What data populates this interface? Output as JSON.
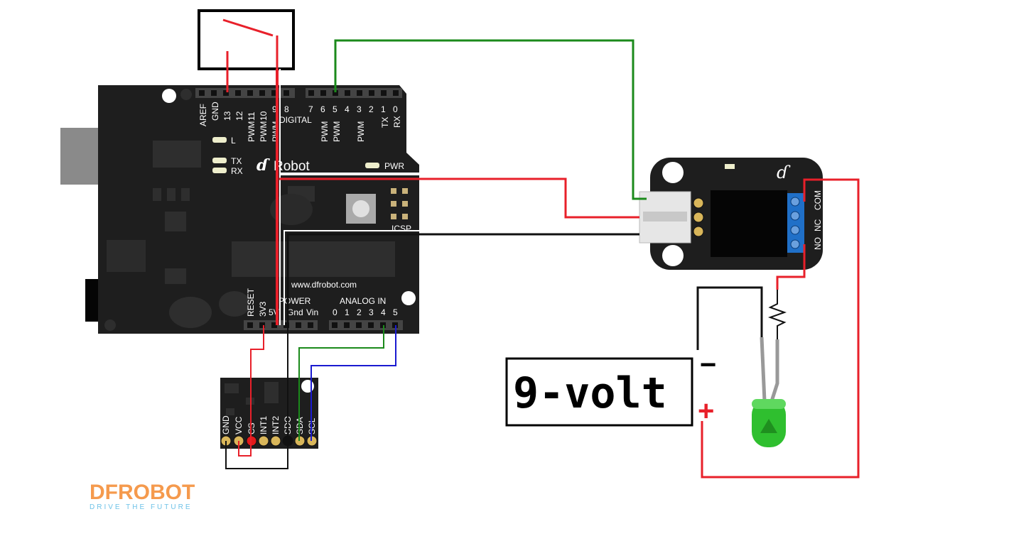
{
  "arduino": {
    "top_header_left": [
      "AREF",
      "GND",
      "13",
      "12",
      "11",
      "10",
      "9",
      "8"
    ],
    "top_header_right": [
      "7",
      "6",
      "5",
      "4",
      "3",
      "2",
      "1",
      "0"
    ],
    "pwm_labels": [
      "PWM",
      "PWM",
      "PWM",
      "PWM",
      "PWM",
      "PWM"
    ],
    "digital_label": "DIGITAL",
    "tx_pin_label": "TX",
    "rx_pin_label": "RX",
    "led_l": "L",
    "led_tx": "TX",
    "led_rx": "RX",
    "brand": "Robot",
    "pwr_label": "PWR",
    "icsp_label": "ICSP",
    "website": "www.dfrobot.com",
    "power_label": "POWER",
    "analog_label": "ANALOG IN",
    "power_pins": [
      "RESET",
      "3V3",
      "5V",
      "Gnd",
      "Vin"
    ],
    "analog_pins": [
      "0",
      "1",
      "2",
      "3",
      "4",
      "5"
    ]
  },
  "accel_module": {
    "pins": [
      "GND",
      "VCC",
      "CS",
      "INT1",
      "INT2",
      "SDO",
      "SDA",
      "SCL"
    ]
  },
  "relay_module": {
    "terminals": [
      "COM",
      "NC",
      "NO"
    ]
  },
  "battery": {
    "label": "9-volt",
    "minus": "−",
    "plus": "+"
  },
  "logo": {
    "name": "DFROBOT",
    "tagline": "DRIVE THE FUTURE"
  },
  "colors": {
    "wire_red": "#e8202a",
    "wire_green": "#1b8a1b",
    "wire_blue": "#1a1ad0",
    "wire_black": "#111111",
    "board": "#1e1e1e",
    "logo_orange": "#f59a4d",
    "logo_blue": "#6fc3e8",
    "led_green": "#2fbf2f"
  }
}
